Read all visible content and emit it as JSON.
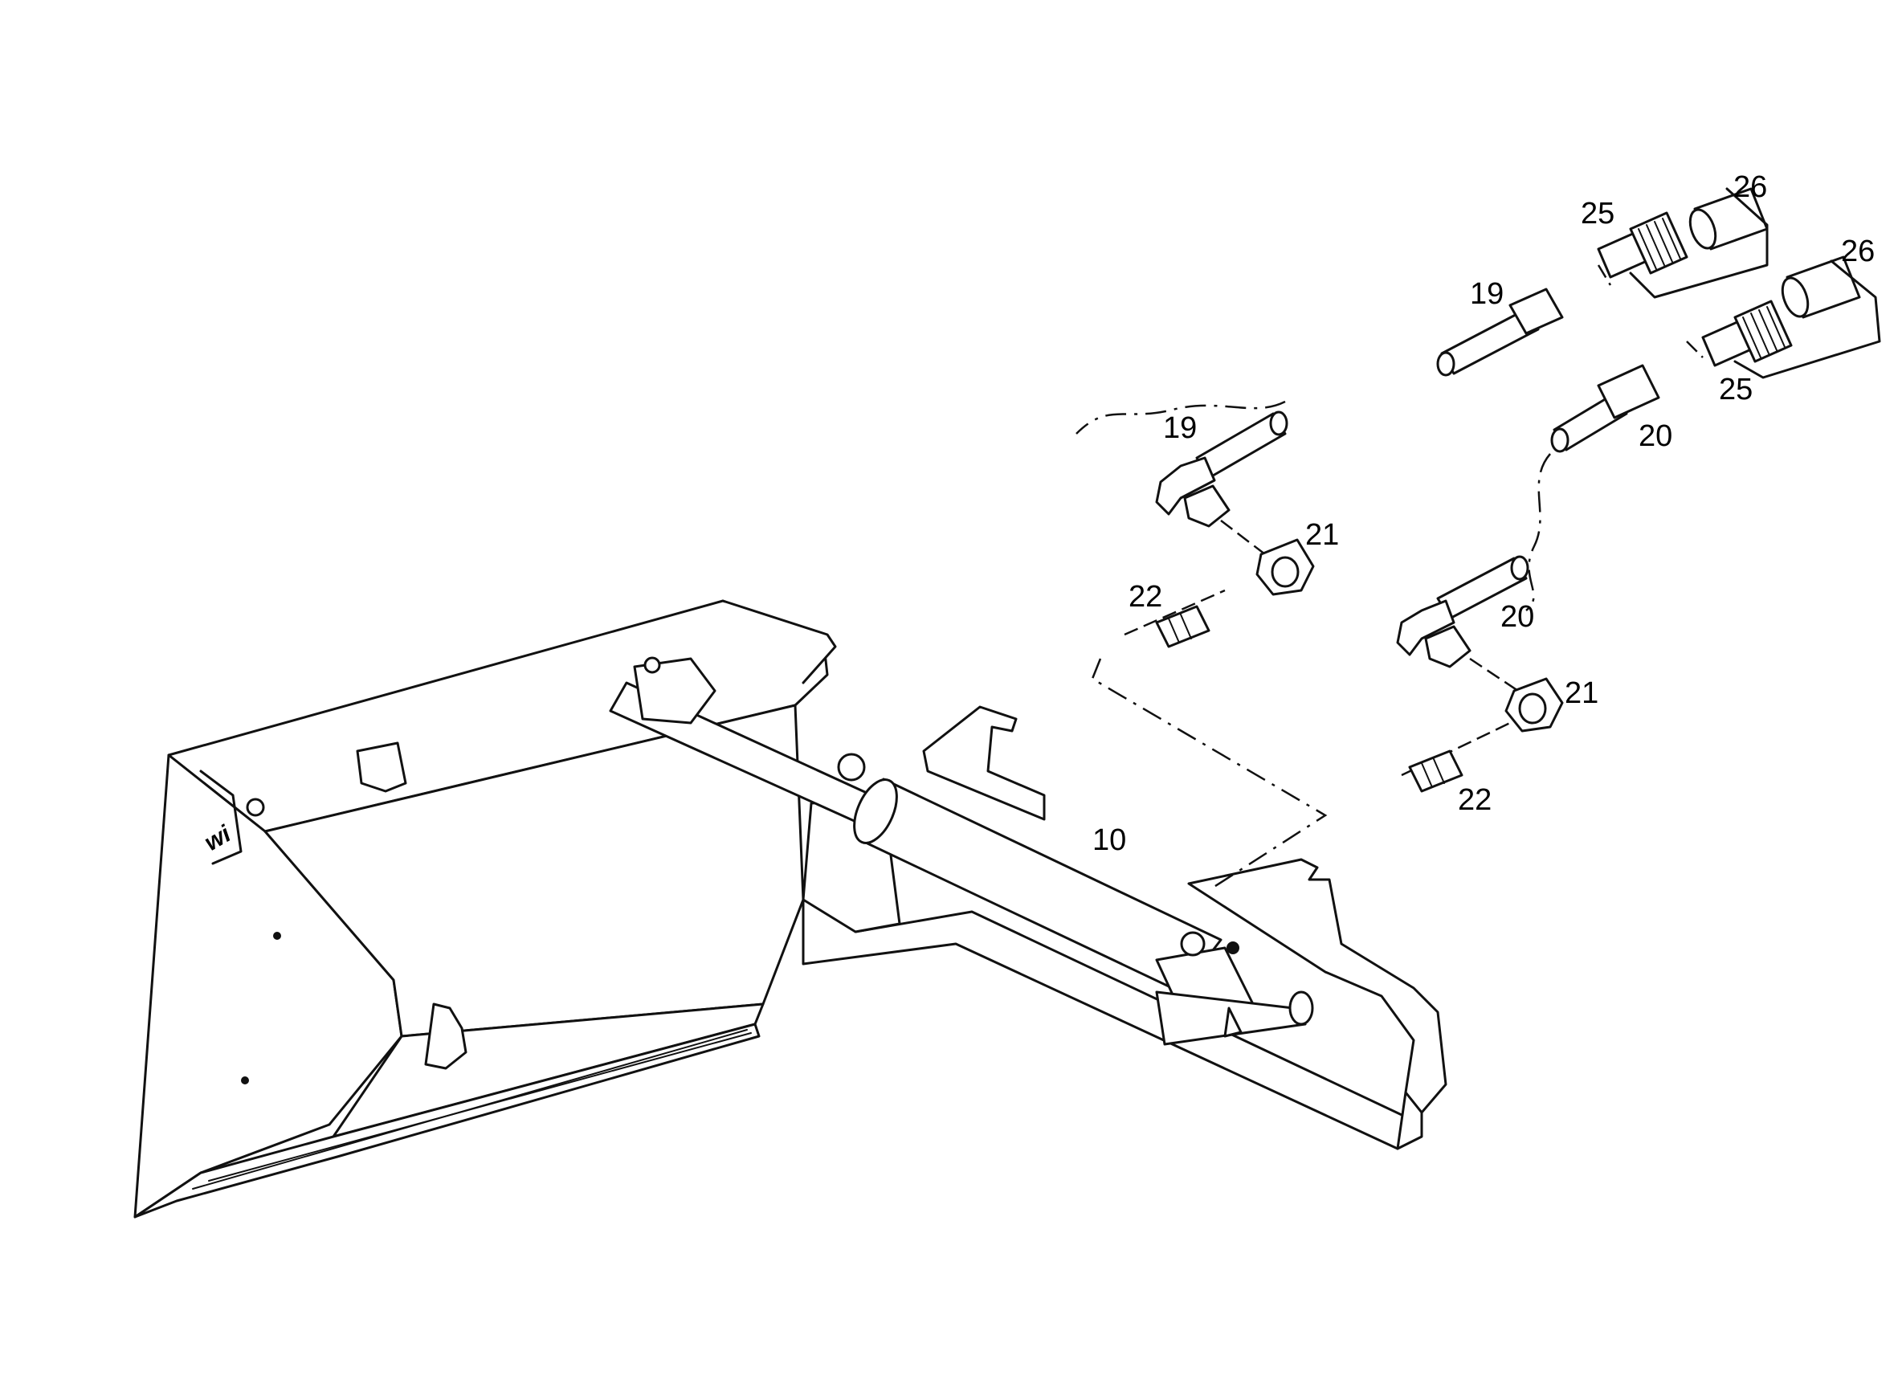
{
  "callouts": [
    {
      "id": "c10",
      "text": "10"
    },
    {
      "id": "c19a",
      "text": "19"
    },
    {
      "id": "c19b",
      "text": "19"
    },
    {
      "id": "c20a",
      "text": "20"
    },
    {
      "id": "c20b",
      "text": "20"
    },
    {
      "id": "c21a",
      "text": "21"
    },
    {
      "id": "c21b",
      "text": "21"
    },
    {
      "id": "c22a",
      "text": "22"
    },
    {
      "id": "c22b",
      "text": "22"
    },
    {
      "id": "c25a",
      "text": "25"
    },
    {
      "id": "c25b",
      "text": "25"
    },
    {
      "id": "c26a",
      "text": "26"
    },
    {
      "id": "c26b",
      "text": "26"
    }
  ]
}
